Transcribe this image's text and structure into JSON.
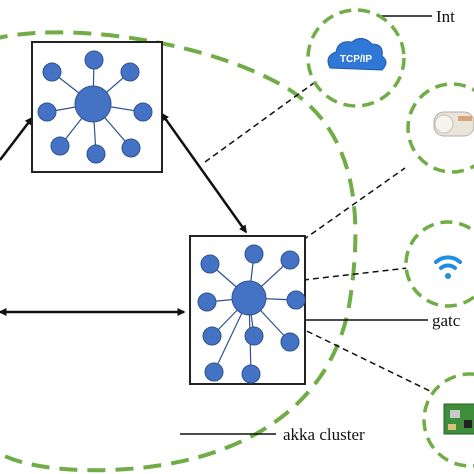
{
  "labels": {
    "internet": "Int",
    "gateway": "gatc",
    "cluster": "akka cluster",
    "tcp_ip": "TCP/IP"
  },
  "colors": {
    "node_fill": "#4472c4",
    "node_stroke": "#2f528f",
    "cluster_dash": "#70ad47",
    "box_stroke": "#222222",
    "arrow": "#111111"
  },
  "icons": {
    "tcp_ip": "cloud-icon",
    "device": "sensor-device-icon",
    "wifi": "wifi-icon",
    "board": "circuit-board-icon"
  }
}
